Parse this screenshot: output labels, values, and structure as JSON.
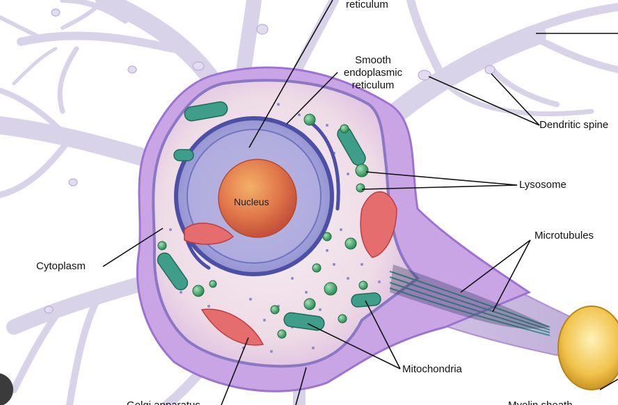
{
  "labels": {
    "rough_er_partial": "reticulum",
    "smooth_er": [
      "Smooth",
      "endoplasmic",
      "reticulum"
    ],
    "dendritic_spine": "Dendritic spine",
    "lysosome": "Lysosome",
    "microtubules": "Microtubules",
    "cytoplasm": "Cytoplasm",
    "nucleus": "Nucleus",
    "mitochondria": "Mitochondria",
    "golgi_partial": "Golgi apparatus",
    "myelin_partial": "Myelin sheath"
  },
  "colors": {
    "neuron_membrane": "#b68ee0",
    "neuron_inner": "#efe1ee",
    "dendrite": "#d6d0e8",
    "nucleus_envelope": "#5b5fb4",
    "nucleolus": "#e07a4a",
    "mitochondria": "#3f9e8a",
    "golgi": "#e06a6a",
    "myelin": "#f0c040"
  }
}
